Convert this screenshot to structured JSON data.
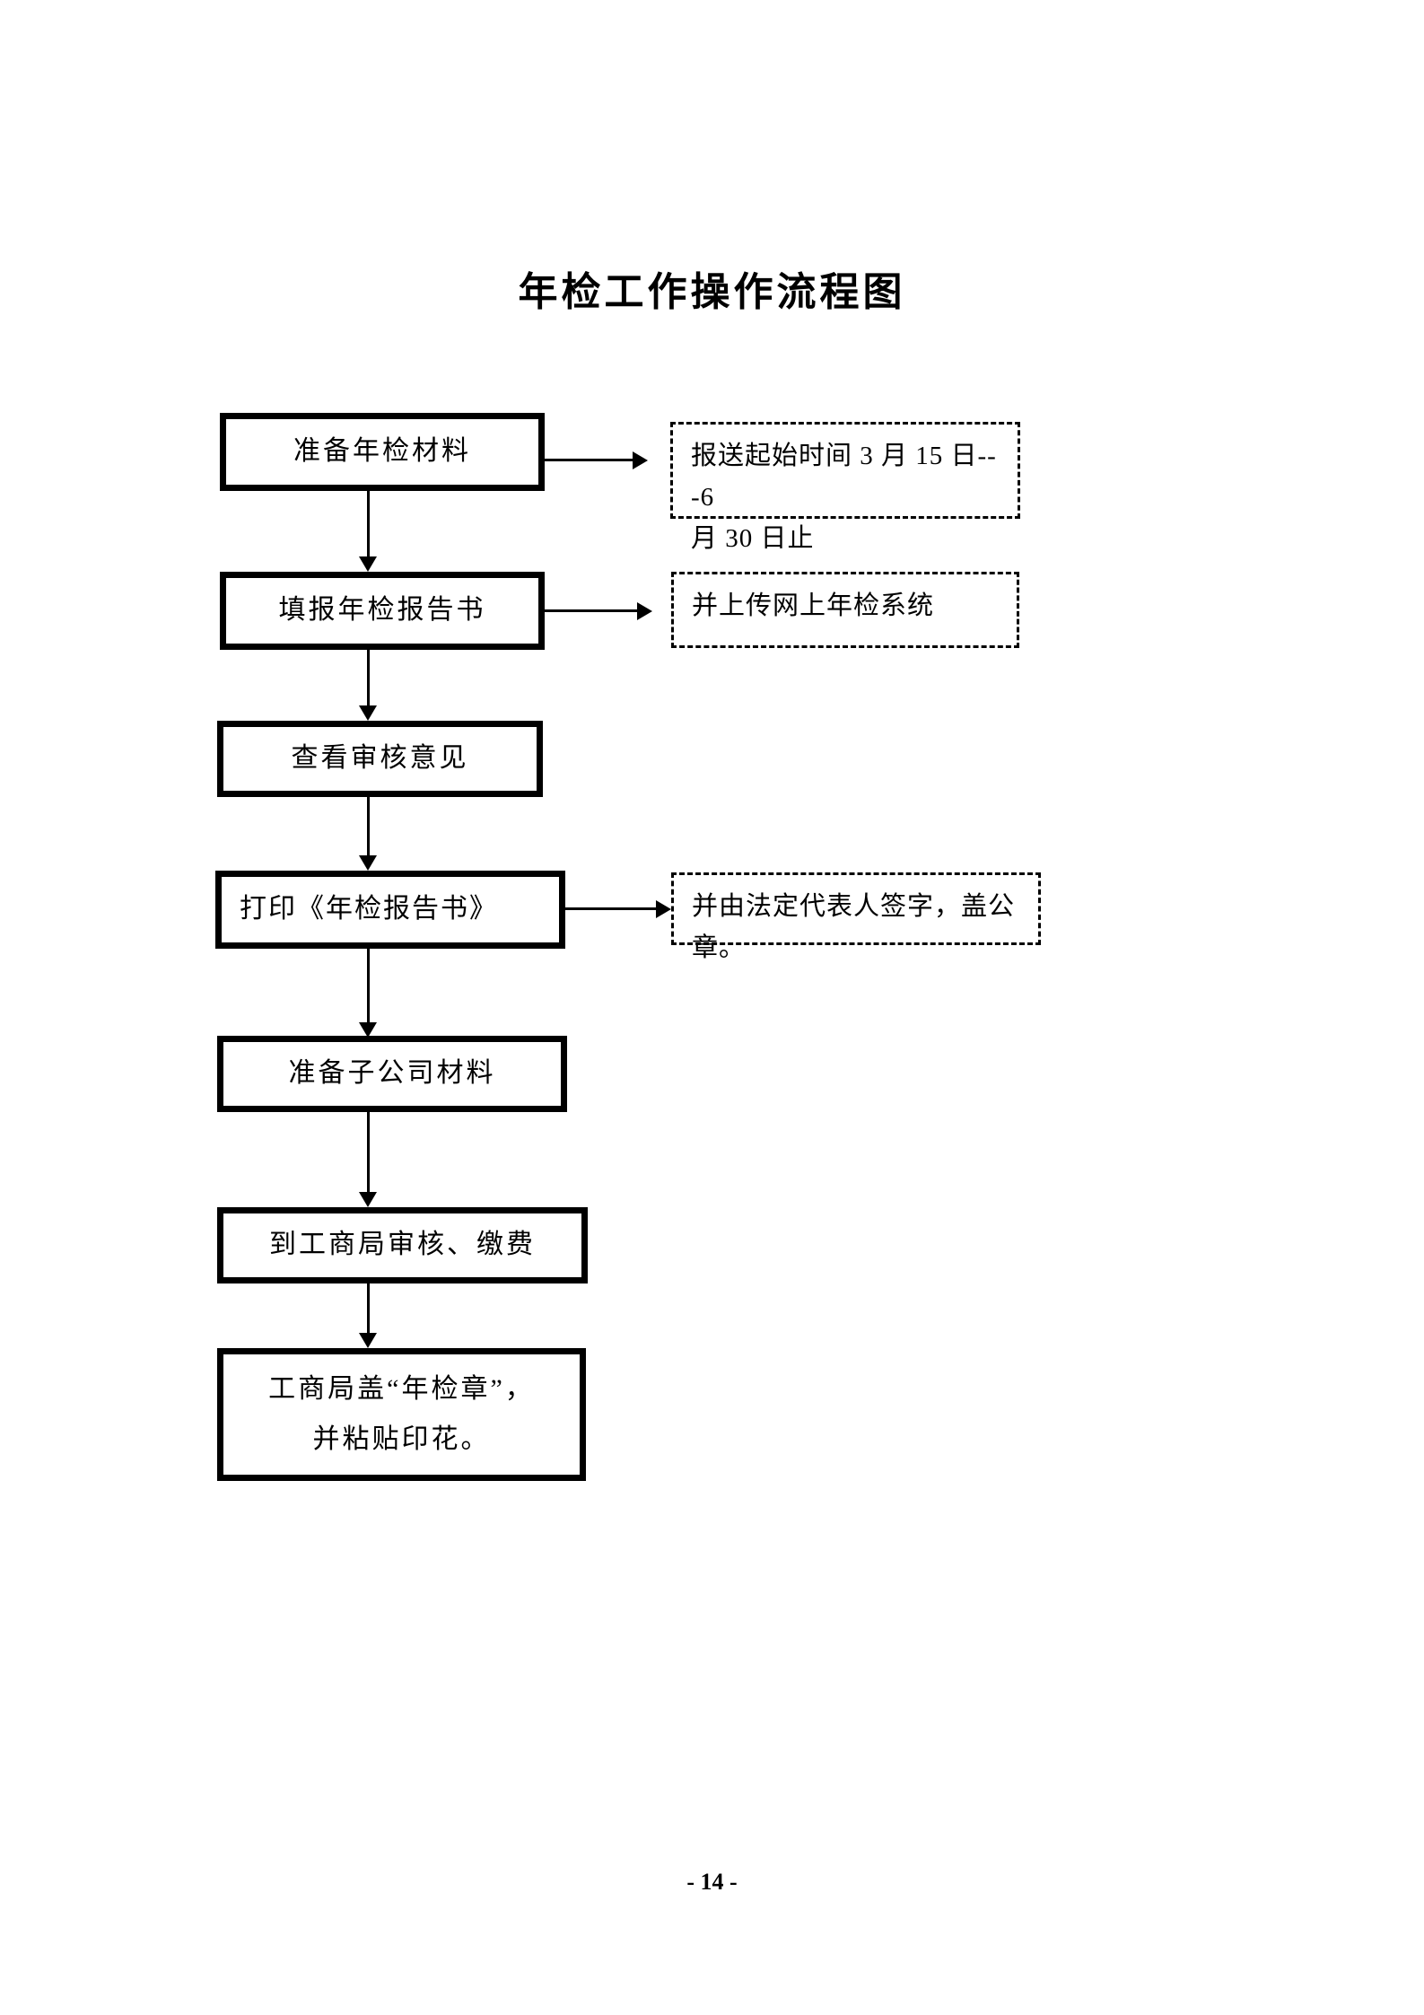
{
  "page": {
    "title": "年检工作操作流程图",
    "page_number": "- 14 -"
  },
  "flow": {
    "boxes": [
      {
        "label": "准备年检材料"
      },
      {
        "label": "填报年检报告书"
      },
      {
        "label": "查看审核意见"
      },
      {
        "label": "打印《年检报告书》"
      },
      {
        "label": "准备子公司材料"
      },
      {
        "label": "到工商局审核、缴费"
      },
      {
        "lines": [
          "工商局盖“年检章”，",
          "并粘贴印花。"
        ]
      }
    ],
    "notes": [
      {
        "lines": [
          "报送起始时间 3 月 15 日---6",
          "月 30 日止"
        ]
      },
      {
        "label": "并上传网上年检系统"
      },
      {
        "label": "并由法定代表人签字，盖公章。"
      }
    ]
  },
  "colors": {
    "ink": "#000000",
    "paper": "#ffffff"
  }
}
